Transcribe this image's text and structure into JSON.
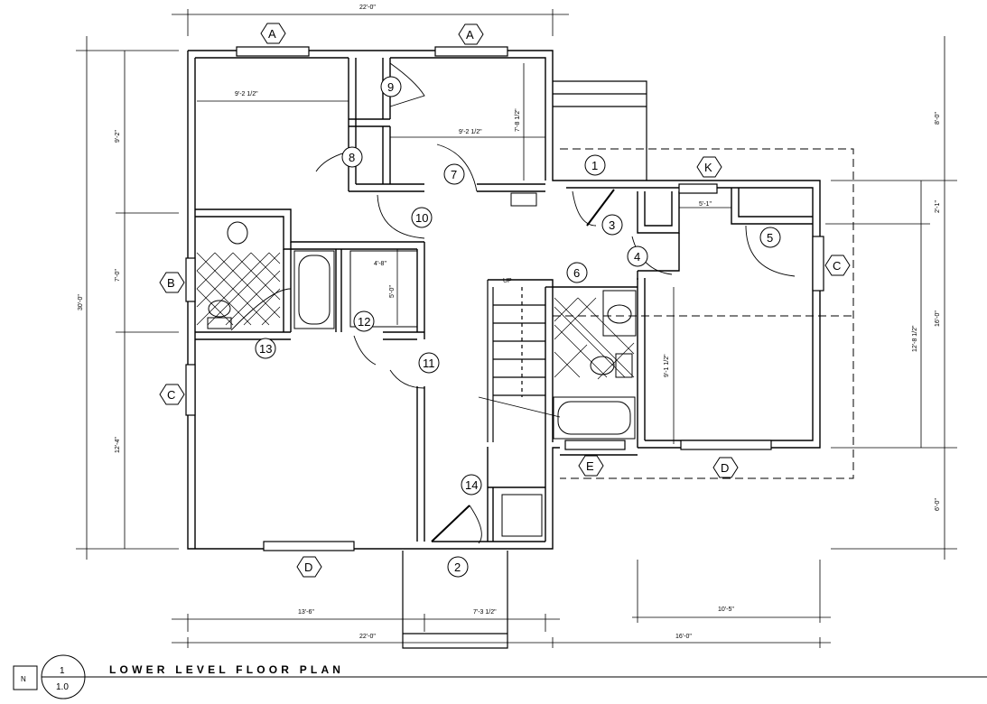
{
  "title": "LOWER LEVEL FLOOR PLAN",
  "sheet": {
    "number": "1",
    "scale": "1.0",
    "north_label": "N"
  },
  "stair_label": "UP",
  "window_tags": {
    "A": "A",
    "B": "B",
    "C": "C",
    "D": "D",
    "E": "E",
    "K": "K"
  },
  "door_tags": [
    "1",
    "2",
    "3",
    "4",
    "5",
    "6",
    "7",
    "8",
    "9",
    "10",
    "11",
    "12",
    "13",
    "14"
  ],
  "dimensions": {
    "top_overall": "22'-0\"",
    "bottom_overall": "22'-0\"",
    "bottom_left": "13'-6\"",
    "bottom_mid": "7'-3 1/2\"",
    "bottom_right": "16'-0\"",
    "bottom_right_inner": "10'-5\"",
    "left_overall": "30'-0\"",
    "left_top": "9'-2\"",
    "left_mid": "7'-0\"",
    "left_bottom": "12'-4\"",
    "right_top": "8'-0\"",
    "right_2_1": "2'-1\"",
    "right_main": "16'-0\"",
    "right_inner": "12'-8 1/2\"",
    "right_bottom": "6'-0\"",
    "room_nw_width": "9'-2 1/2\"",
    "room_ne_width": "9'-2 1/2\"",
    "room_ne_depth": "7'-8 1/2\"",
    "closet_width": "4'-8\"",
    "closet_depth": "5'-0\"",
    "bedroom_e_depth": "9'-1 1/2\"",
    "nook_width": "5'-1\""
  }
}
